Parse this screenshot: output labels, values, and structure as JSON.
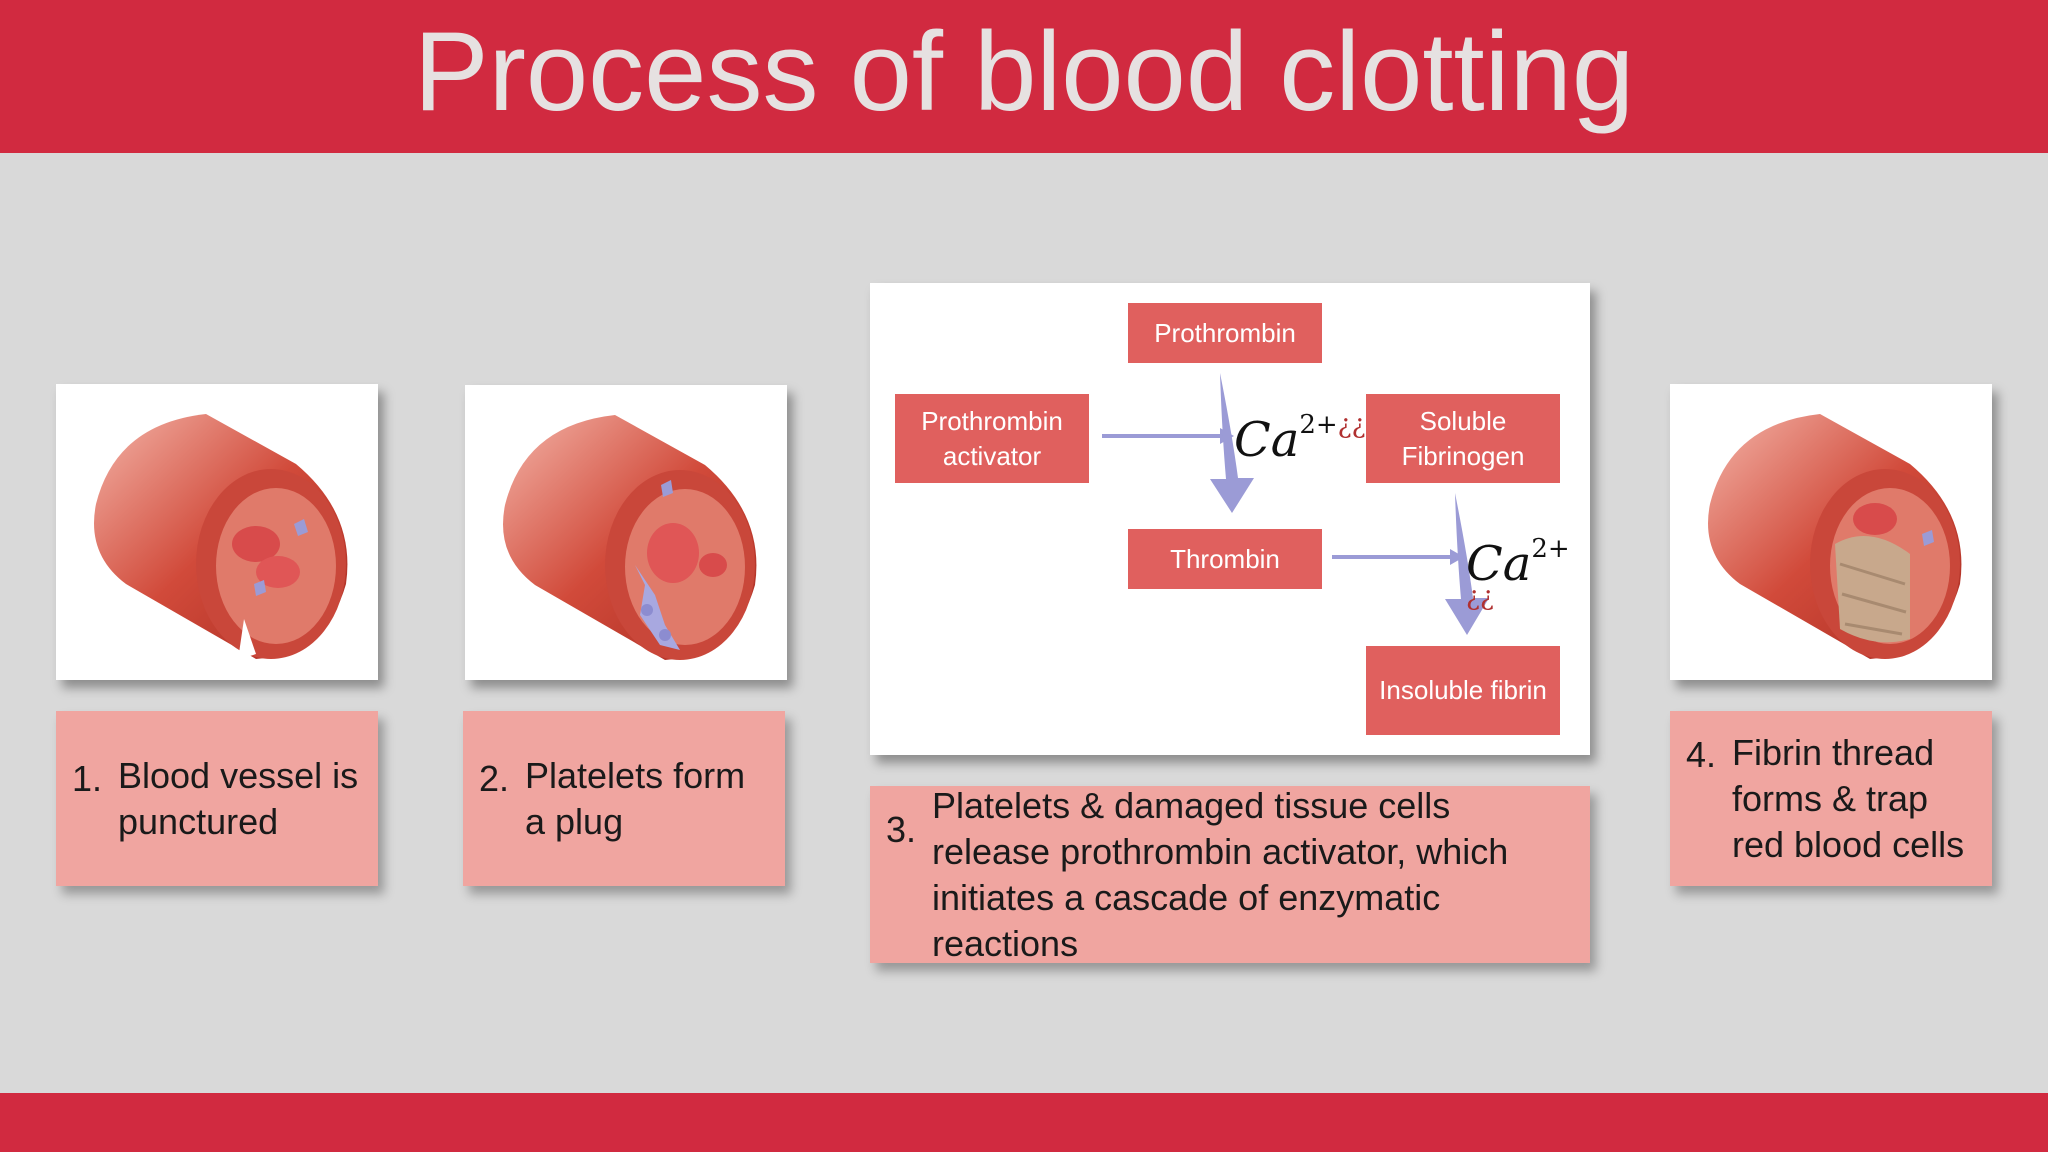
{
  "title": "Process of blood clotting",
  "steps": [
    {
      "num": "1.",
      "text": "Blood vessel is punctured"
    },
    {
      "num": "2.",
      "text": "Platelets form a plug"
    },
    {
      "num": "3.",
      "text": "Platelets & damaged tissue cells release prothrombin activator, which initiates a cascade of enzymatic reactions"
    },
    {
      "num": "4.",
      "text": "Fibrin thread forms & trap red blood cells"
    }
  ],
  "flow": {
    "prothrombin": "Prothrombin",
    "activator": "Prothrombin activator",
    "fibrinogen": "Soluble Fibrinogen",
    "thrombin": "Thrombin",
    "fibrin": "Insoluble fibrin",
    "ca_symbol": "Ca",
    "ca_charge": "2+",
    "ca_artifact": "¿¿"
  },
  "colors": {
    "banner": "#d12a40",
    "background": "#d9d9d9",
    "caption": "#f0a5a0",
    "flow_box": "#e0605e",
    "arrow": "#9b9bd6"
  },
  "images": [
    "blood-vessel-punctured-illustration",
    "platelet-plug-illustration",
    "fibrin-clot-illustration"
  ]
}
